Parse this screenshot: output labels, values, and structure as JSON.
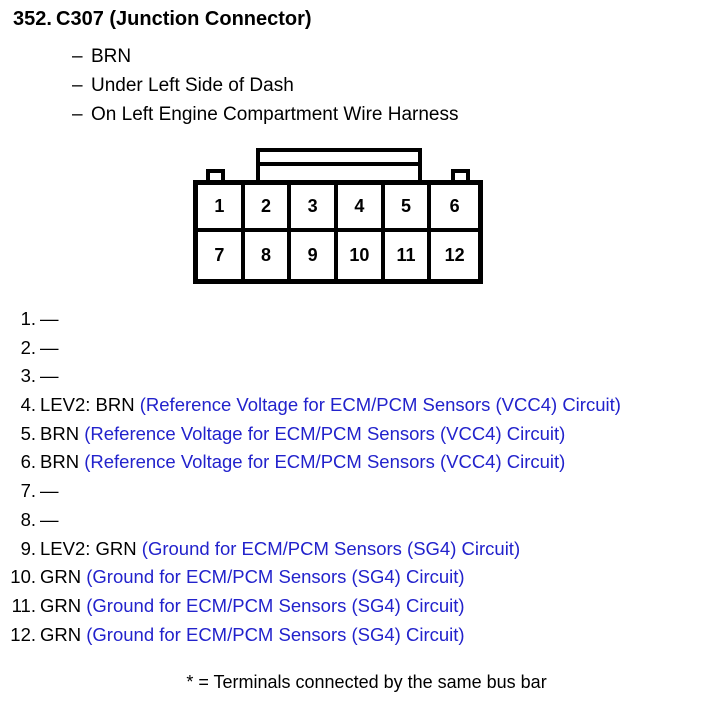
{
  "header": {
    "item_number": "352.",
    "title": "C307 (Junction Connector)"
  },
  "bullets": [
    {
      "dash": "–",
      "text": "BRN"
    },
    {
      "dash": "–",
      "text": "Under Left Side of Dash"
    },
    {
      "dash": "–",
      "text": "On Left Engine Compartment Wire Harness"
    }
  ],
  "connector": {
    "pins": [
      "1",
      "2",
      "3",
      "4",
      "5",
      "6",
      "7",
      "8",
      "9",
      "10",
      "11",
      "12"
    ]
  },
  "pin_list": [
    {
      "index": "1.",
      "wire": "",
      "circuit": "",
      "empty": "—"
    },
    {
      "index": "2.",
      "wire": "",
      "circuit": "",
      "empty": "—"
    },
    {
      "index": "3.",
      "wire": "",
      "circuit": "",
      "empty": "—"
    },
    {
      "index": "4.",
      "wire": "LEV2: BRN ",
      "circuit": "(Reference Voltage for ECM/PCM Sensors (VCC4) Circuit)",
      "empty": ""
    },
    {
      "index": "5.",
      "wire": "BRN ",
      "circuit": "(Reference Voltage for ECM/PCM Sensors (VCC4) Circuit)",
      "empty": ""
    },
    {
      "index": "6.",
      "wire": "BRN ",
      "circuit": "(Reference Voltage for ECM/PCM Sensors (VCC4) Circuit)",
      "empty": ""
    },
    {
      "index": "7.",
      "wire": "",
      "circuit": "",
      "empty": "—"
    },
    {
      "index": "8.",
      "wire": "",
      "circuit": "",
      "empty": "—"
    },
    {
      "index": "9.",
      "wire": "LEV2: GRN ",
      "circuit": "(Ground for ECM/PCM Sensors (SG4) Circuit)",
      "empty": ""
    },
    {
      "index": "10.",
      "wire": "GRN ",
      "circuit": "(Ground for ECM/PCM Sensors (SG4) Circuit)",
      "empty": ""
    },
    {
      "index": "11.",
      "wire": "GRN ",
      "circuit": "(Ground for ECM/PCM Sensors (SG4) Circuit)",
      "empty": ""
    },
    {
      "index": "12.",
      "wire": "GRN ",
      "circuit": "(Ground for ECM/PCM Sensors (SG4) Circuit)",
      "empty": ""
    }
  ],
  "footnote": "* = Terminals connected by the same bus bar",
  "colors": {
    "circuit_blue": "#2222cc",
    "text_black": "#000000",
    "background": "#ffffff"
  }
}
